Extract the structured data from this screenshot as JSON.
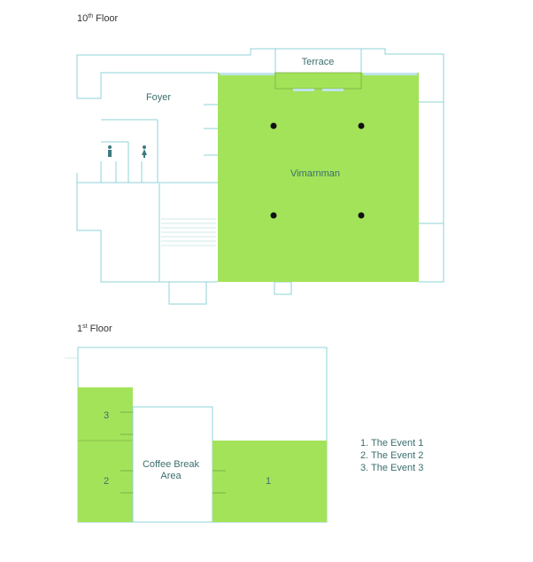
{
  "floor10": {
    "title": "10",
    "title_sup": "th",
    "title_rest": " Floor",
    "rooms": {
      "terrace": "Terrace",
      "foyer": "Foyer",
      "main": "Vimarnman"
    }
  },
  "floor1": {
    "title": "1",
    "title_sup": "st",
    "title_rest": " Floor",
    "rooms": {
      "r1": "1",
      "r2": "2",
      "r3": "3",
      "coffee_line1": "Coffee Break",
      "coffee_line2": "Area"
    }
  },
  "legend": [
    "1. The Event 1",
    "2. The Event 2",
    "3. The Event 3"
  ],
  "colors": {
    "event": "#a3e35a",
    "wall": "#8fd3d8"
  }
}
